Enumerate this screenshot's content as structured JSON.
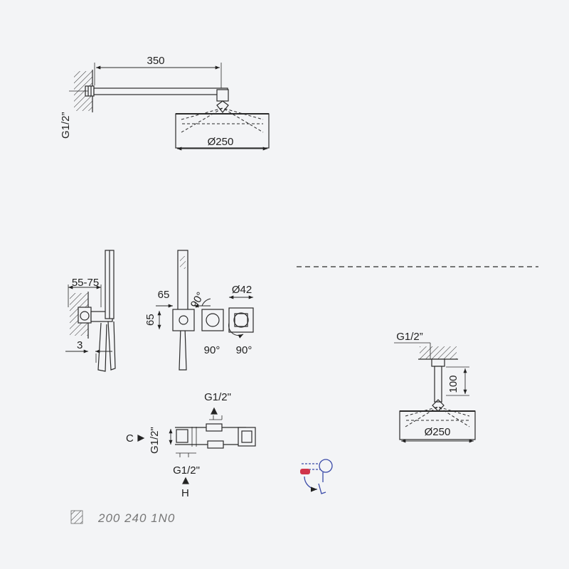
{
  "wall_mount_view": {
    "dims": {
      "arm_length": "350",
      "inlet": "G1/2”",
      "head_diameter": "Ø250"
    }
  },
  "mixer_side_view": {
    "dims": {
      "depth": "55-75",
      "offset": "3"
    }
  },
  "mixer_front_view": {
    "dims": {
      "plate_width": "65",
      "plate_height": "65",
      "angle_top": "90°",
      "angle_left": "90°",
      "angle_right": "90°",
      "knob_diameter": "Ø42"
    }
  },
  "mixer_plan_view": {
    "dims": {
      "top_outlet": "G1/2\"",
      "side_inlet": "G1/2\"",
      "bottom_inlet": "G1/2\""
    },
    "labels": {
      "cold": "C",
      "hot": "H"
    }
  },
  "ceiling_mount_view": {
    "dims": {
      "inlet": "G1/2”",
      "arm_height": "100",
      "head_diameter": "Ø250"
    }
  },
  "footer": {
    "product_code": "200 240 1N0"
  },
  "colors": {
    "line": "#2a2a2a",
    "accent_red": "#d0344a",
    "accent_blue": "#3a4aa8",
    "code_text": "#777777"
  }
}
